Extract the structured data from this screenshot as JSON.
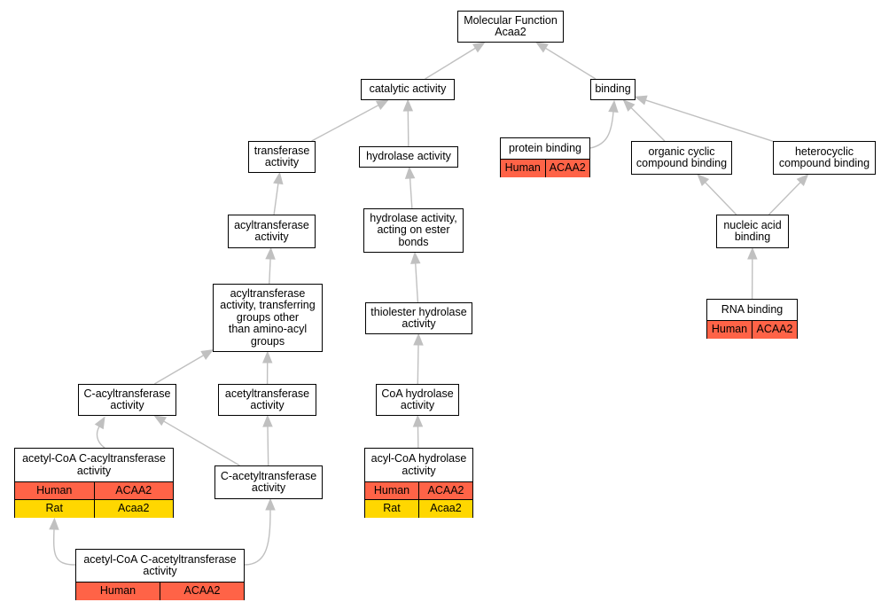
{
  "colors": {
    "human": "#ff6347",
    "rat": "#ffd700",
    "edge": "#c0c0c0",
    "border": "#000000"
  },
  "nodes": [
    {
      "id": "molecular-function",
      "label": "Molecular Function\nAcaa2"
    },
    {
      "id": "catalytic-activity",
      "label": "catalytic activity"
    },
    {
      "id": "binding",
      "label": "binding"
    },
    {
      "id": "transferase-activity",
      "label": "transferase\nactivity"
    },
    {
      "id": "hydrolase-activity",
      "label": "hydrolase activity"
    },
    {
      "id": "protein-binding",
      "label": "protein binding",
      "rows": [
        {
          "species": "Human",
          "gene": "ACAA2",
          "color": "#ff6347"
        }
      ]
    },
    {
      "id": "organic-cyclic-compound-binding",
      "label": "organic cyclic\ncompound binding"
    },
    {
      "id": "heterocyclic-compound-binding",
      "label": "heterocyclic\ncompound binding"
    },
    {
      "id": "acyltransferase-activity",
      "label": "acyltransferase\nactivity"
    },
    {
      "id": "hydrolase-activity-ester",
      "label": "hydrolase activity,\nacting on ester\nbonds"
    },
    {
      "id": "nucleic-acid-binding",
      "label": "nucleic acid\nbinding"
    },
    {
      "id": "acyltransferase-non-amino-acyl",
      "label": "acyltransferase\nactivity, transferring\ngroups other\nthan amino-acyl\ngroups"
    },
    {
      "id": "thiolester-hydrolase-activity",
      "label": "thiolester hydrolase\nactivity"
    },
    {
      "id": "rna-binding",
      "label": "RNA binding",
      "rows": [
        {
          "species": "Human",
          "gene": "ACAA2",
          "color": "#ff6347"
        }
      ]
    },
    {
      "id": "c-acyltransferase-activity",
      "label": "C-acyltransferase\nactivity"
    },
    {
      "id": "acetyltransferase-activity",
      "label": "acetyltransferase\nactivity"
    },
    {
      "id": "coa-hydrolase-activity",
      "label": "CoA hydrolase\nactivity"
    },
    {
      "id": "acetyl-coa-c-acyltransferase-activity",
      "label": "acetyl-CoA C-acyltransferase\nactivity",
      "rows": [
        {
          "species": "Human",
          "gene": "ACAA2",
          "color": "#ff6347"
        },
        {
          "species": "Rat",
          "gene": "Acaa2",
          "color": "#ffd700"
        }
      ]
    },
    {
      "id": "c-acetyltransferase-activity",
      "label": "C-acetyltransferase\nactivity"
    },
    {
      "id": "acyl-coa-hydrolase-activity",
      "label": "acyl-CoA hydrolase\nactivity",
      "rows": [
        {
          "species": "Human",
          "gene": "ACAA2",
          "color": "#ff6347"
        },
        {
          "species": "Rat",
          "gene": "Acaa2",
          "color": "#ffd700"
        }
      ]
    },
    {
      "id": "acetyl-coa-c-acetyltransferase-activity",
      "label": "acetyl-CoA C-acetyltransferase\nactivity",
      "rows": [
        {
          "species": "Human",
          "gene": "ACAA2",
          "color": "#ff6347"
        }
      ]
    }
  ],
  "edges": [
    {
      "from": "catalytic-activity",
      "to": "molecular-function"
    },
    {
      "from": "binding",
      "to": "molecular-function"
    },
    {
      "from": "transferase-activity",
      "to": "catalytic-activity"
    },
    {
      "from": "hydrolase-activity",
      "to": "catalytic-activity"
    },
    {
      "from": "protein-binding",
      "to": "binding"
    },
    {
      "from": "organic-cyclic-compound-binding",
      "to": "binding"
    },
    {
      "from": "heterocyclic-compound-binding",
      "to": "binding"
    },
    {
      "from": "acyltransferase-activity",
      "to": "transferase-activity"
    },
    {
      "from": "hydrolase-activity-ester",
      "to": "hydrolase-activity"
    },
    {
      "from": "nucleic-acid-binding",
      "to": "organic-cyclic-compound-binding"
    },
    {
      "from": "nucleic-acid-binding",
      "to": "heterocyclic-compound-binding"
    },
    {
      "from": "acyltransferase-non-amino-acyl",
      "to": "acyltransferase-activity"
    },
    {
      "from": "thiolester-hydrolase-activity",
      "to": "hydrolase-activity-ester"
    },
    {
      "from": "rna-binding",
      "to": "nucleic-acid-binding"
    },
    {
      "from": "c-acyltransferase-activity",
      "to": "acyltransferase-non-amino-acyl"
    },
    {
      "from": "acetyltransferase-activity",
      "to": "acyltransferase-non-amino-acyl"
    },
    {
      "from": "coa-hydrolase-activity",
      "to": "thiolester-hydrolase-activity"
    },
    {
      "from": "acetyl-coa-c-acyltransferase-activity",
      "to": "c-acyltransferase-activity"
    },
    {
      "from": "c-acetyltransferase-activity",
      "to": "c-acyltransferase-activity"
    },
    {
      "from": "c-acetyltransferase-activity",
      "to": "acetyltransferase-activity"
    },
    {
      "from": "acyl-coa-hydrolase-activity",
      "to": "coa-hydrolase-activity"
    },
    {
      "from": "acetyl-coa-c-acetyltransferase-activity",
      "to": "acetyl-coa-c-acyltransferase-activity"
    },
    {
      "from": "acetyl-coa-c-acetyltransferase-activity",
      "to": "c-acetyltransferase-activity"
    }
  ]
}
